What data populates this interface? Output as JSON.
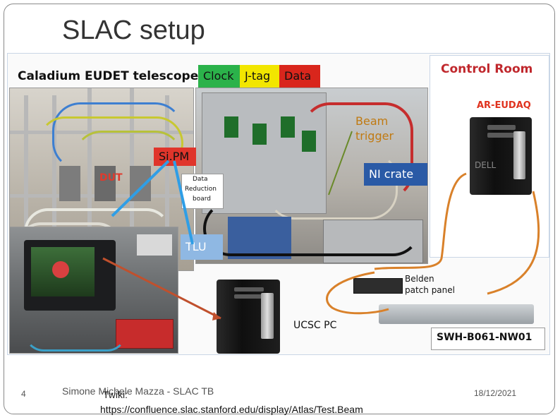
{
  "slide": {
    "title": "SLAC setup",
    "page_number": "4",
    "author_line": "Simone Michele Mazza - SLAC TB",
    "twiki_label": "Twiki:",
    "twiki_url": "https://confluence.slac.stanford.edu/display/Atlas/Test.Beam",
    "date": "18/12/2021"
  },
  "labels": {
    "telescope": "Caladium EUDET telescope",
    "clock": "Clock",
    "jtag": "J-tag",
    "data": "Data",
    "control_room": "Control Room",
    "ar_eudaq": "AR-EUDAQ",
    "beam_trigger_1": "Beam",
    "beam_trigger_2": "trigger",
    "sipm": "Si.PM",
    "dut": "DUT",
    "data_reduction_1": "Data",
    "data_reduction_2": "Reduction",
    "data_reduction_3": "board",
    "ni_crate": "NI crate",
    "tlu": "TLU",
    "belden_1": "Belden",
    "belden_2": "patch panel",
    "ucsc_pc": "UCSC PC",
    "switch_name": "SWH-B061-NW01",
    "dell_logo": "DELL"
  },
  "colors": {
    "clock_bg": "#2bb24a",
    "jtag_bg": "#f2e600",
    "data_bg": "#d9261c",
    "control_room_text": "#c0282d",
    "ar_eudaq_text": "#e0331f",
    "beam_trigger_text": "#c07a12",
    "sipm_bg": "#e0352b",
    "dut_text": "#e03a2d",
    "ni_crate_bg": "#2a5aa6",
    "tlu_bg": "#8fb8e3",
    "arrow_blue": "#2f9ee6",
    "arrow_red": "#c0502d"
  }
}
